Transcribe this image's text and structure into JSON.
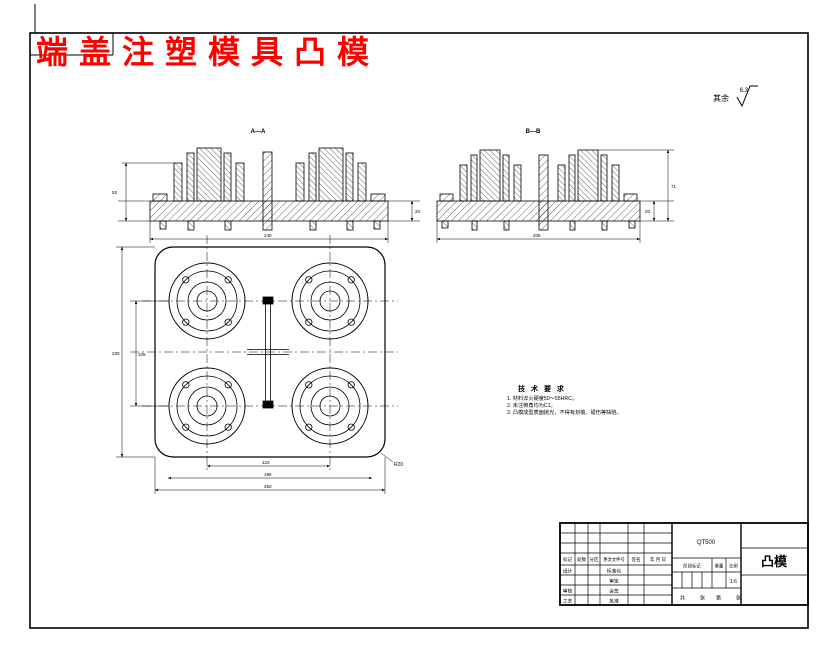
{
  "title": {
    "text": "端盖注塑模具凸模",
    "color": "#ff0000"
  },
  "roughness": {
    "prefix": "其余",
    "value": "6.3"
  },
  "sections": {
    "left_label": "A—A",
    "right_label": "B—B"
  },
  "tech": {
    "heading": "技 术 要 求",
    "items": [
      "1. 材料淬火硬度50～55HRC。",
      "2. 未注倒角均为C1。",
      "3. 凸模成型表面抛光，不得有划痕、碰伤等缺陷。"
    ]
  },
  "dims": {
    "sec_left_height": "53",
    "sec_left_plate": "20",
    "sec_left_width": "240",
    "sec_right_h1": "20",
    "sec_right_h2": "71",
    "sec_right_width": "205",
    "plan_height": "230",
    "plan_centers_v": "105",
    "plan_centers_h": "123",
    "plan_mid": "196",
    "plan_width": "250",
    "corner": "R20"
  },
  "title_block": {
    "material": "QT500",
    "part_name": "凸模",
    "rev_headers": [
      "标记",
      "处数",
      "分区",
      "更改文件号",
      "签名",
      "年 月 日"
    ],
    "sign_left": [
      "设计",
      "",
      "审核",
      "工艺"
    ],
    "sign_mid": [
      "标准化",
      "审定",
      "会签",
      "批准"
    ],
    "stage_headers": [
      "阶段标记",
      "重量",
      "比例"
    ],
    "scale": "1:6",
    "sheet": [
      "共",
      "张",
      "第",
      "张"
    ]
  }
}
